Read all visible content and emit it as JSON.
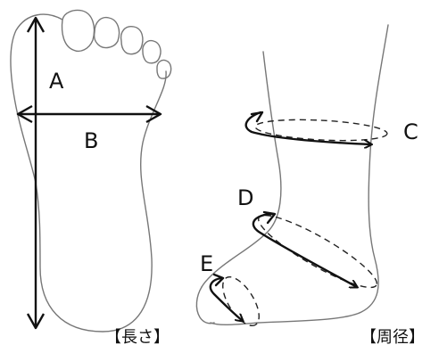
{
  "labels": {
    "a": "A",
    "b": "B",
    "c": "C",
    "d": "D",
    "e": "E"
  },
  "captions": {
    "length": "【長さ】",
    "circumference": "【周径】"
  },
  "colors": {
    "outline": "#777777",
    "arrow": "#111111",
    "background": "#ffffff"
  }
}
